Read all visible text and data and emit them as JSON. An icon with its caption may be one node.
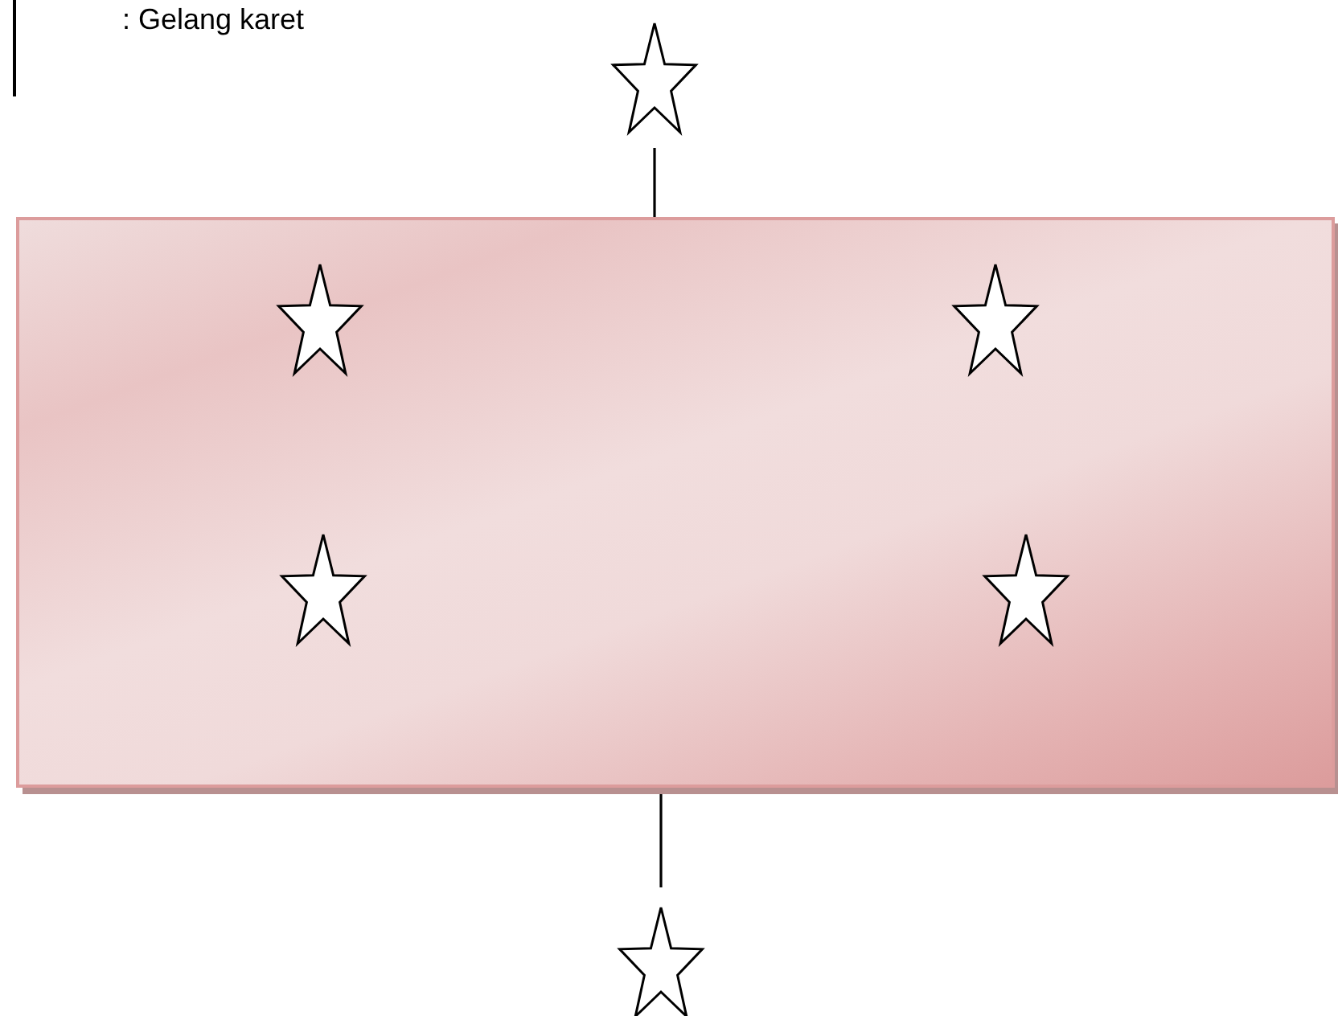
{
  "diagram": {
    "nodes": [
      {
        "text": [],
        "shape": "star"
      },
      {
        "text": [],
        "shape": "box"
      },
      {
        "text": [],
        "shape": "star",
        "in": 1
      },
      {
        "text": [],
        "shape": "star",
        "in": 1
      },
      {
        "text": [],
        "shape": "star",
        "in": 1
      },
      {
        "text": [],
        "shape": "star",
        "in": 1
      },
      {
        "text": [],
        "shape": "star"
      }
    ],
    "edges": [
      {
        "from": 0,
        "to": 1,
        "arrow": "none"
      },
      {
        "from": 1,
        "to": 6,
        "arrow": "none"
      }
    ],
    "labels": [
      ": Gelang karet"
    ]
  }
}
